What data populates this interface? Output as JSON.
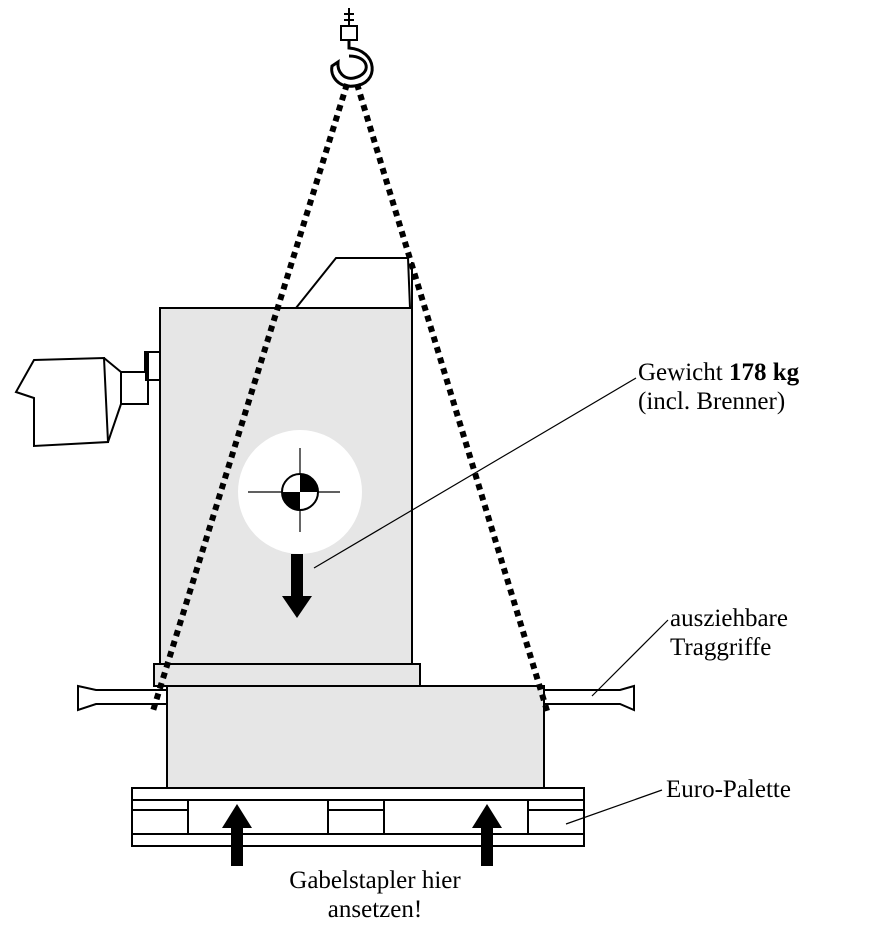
{
  "labels": {
    "weight_prefix": "Gewicht",
    "weight_value": "178 kg",
    "weight_note": "(incl. Brenner)",
    "handles_line1": "ausziehbare",
    "handles_line2": "Traggriffe",
    "pallet": "Euro-Palette",
    "forklift_line1": "Gabelstapler hier",
    "forklift_line2": "ansetzen!"
  },
  "colors": {
    "body_fill": "#e6e6e6",
    "stroke": "#000000",
    "background": "#ffffff"
  },
  "icons": {
    "lifting_hook": "crane-hook-icon",
    "center_of_gravity": "center-of-gravity-icon",
    "load_direction": "down-arrow-icon",
    "forklift_points": "up-arrow-icon"
  }
}
